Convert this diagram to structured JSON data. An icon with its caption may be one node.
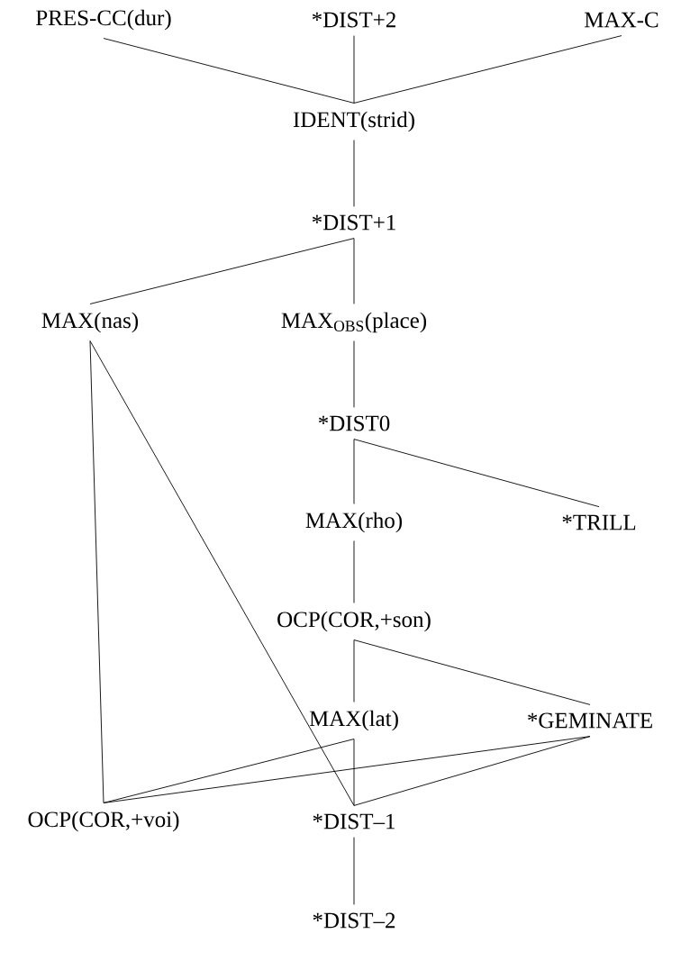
{
  "diagram": {
    "nodes": [
      {
        "text": [
          "PRES-CC(dur)"
        ]
      },
      {
        "text": [
          "*DIST+2"
        ]
      },
      {
        "text": [
          "MAX-C"
        ]
      },
      {
        "text": [
          "IDENT(strid)"
        ]
      },
      {
        "text": [
          "*DIST+1"
        ]
      },
      {
        "text": [
          "MAX(nas)"
        ]
      },
      {
        "text": [
          "MAX$_{OBS}$(place)"
        ]
      },
      {
        "text": [
          "*DIST0"
        ]
      },
      {
        "text": [
          "MAX(rho)"
        ]
      },
      {
        "text": [
          "*TRILL"
        ]
      },
      {
        "text": [
          "OCP(COR,+son)"
        ]
      },
      {
        "text": [
          "MAX(lat)"
        ]
      },
      {
        "text": [
          "*GEMINATE"
        ]
      },
      {
        "text": [
          "OCP(COR,+voi)"
        ]
      },
      {
        "text": [
          "*DIST–1"
        ]
      },
      {
        "text": [
          "*DIST–2"
        ]
      }
    ],
    "edges": [
      {
        "from": 0,
        "to": 3,
        "arrow": "none"
      },
      {
        "from": 1,
        "to": 3,
        "arrow": "none"
      },
      {
        "from": 2,
        "to": 3,
        "arrow": "none"
      },
      {
        "from": 3,
        "to": 4,
        "arrow": "none"
      },
      {
        "from": 4,
        "to": 5,
        "arrow": "none"
      },
      {
        "from": 4,
        "to": 6,
        "arrow": "none"
      },
      {
        "from": 6,
        "to": 7,
        "arrow": "none"
      },
      {
        "from": 7,
        "to": 8,
        "arrow": "none"
      },
      {
        "from": 7,
        "to": 9,
        "arrow": "none"
      },
      {
        "from": 8,
        "to": 10,
        "arrow": "none"
      },
      {
        "from": 10,
        "to": 11,
        "arrow": "none"
      },
      {
        "from": 10,
        "to": 12,
        "arrow": "none"
      },
      {
        "from": 5,
        "to": 13,
        "arrow": "none"
      },
      {
        "from": 5,
        "to": 14,
        "arrow": "none"
      },
      {
        "from": 11,
        "to": 13,
        "arrow": "none"
      },
      {
        "from": 11,
        "to": 14,
        "arrow": "none"
      },
      {
        "from": 12,
        "to": 13,
        "arrow": "none"
      },
      {
        "from": 12,
        "to": 14,
        "arrow": "none"
      },
      {
        "from": 14,
        "to": 15,
        "arrow": "none"
      }
    ]
  }
}
